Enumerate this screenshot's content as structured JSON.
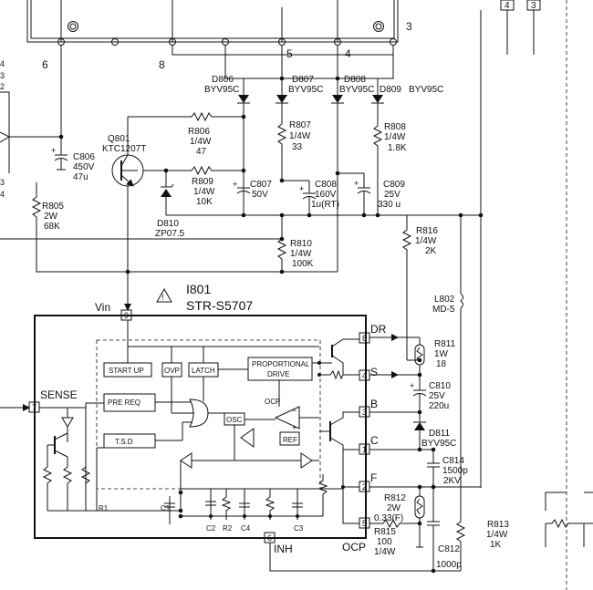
{
  "ic": {
    "ref": "I801",
    "part": "STR-S5707",
    "pin_vin": "Vin",
    "pin9": "9",
    "pin_sense": "SENSE",
    "pin7": "7",
    "pin_dr": "DR",
    "pin8": "8",
    "pin_s": "S",
    "pin4": "4",
    "pin_b": "B",
    "pin3": "3",
    "pin_c": "C",
    "pin1": "1",
    "pin_f": "F",
    "pin2": "2",
    "pin5": "5",
    "pin6": "6",
    "pin_inh": "INH",
    "pin_ocp": "OCP"
  },
  "blocks": {
    "start_up": "START UP",
    "ovp": "OVP",
    "latch": "LATCH",
    "prop1": "PROPORTIONAL",
    "prop2": "DRIVE",
    "pre_req": "PRE REQ",
    "tsd": "T.S.D",
    "osc": "OSC",
    "ocp_small": "OCP",
    "ref": "REF",
    "r1": "R1",
    "c1": "C1",
    "c2": "C2",
    "r2": "R2",
    "c4": "C4",
    "c3": "C3",
    "plus": "+",
    "minus": "−"
  },
  "transformer": {
    "pins": [
      "6",
      "8",
      "5",
      "4",
      "3"
    ]
  },
  "left_pins": [
    "4",
    "3",
    "2",
    "3",
    "4"
  ],
  "components": {
    "d806": [
      "D806",
      "BYV95C"
    ],
    "d807": [
      "D807",
      "BYV95C"
    ],
    "d808": [
      "D808",
      "BYV95C"
    ],
    "d809": [
      "D809",
      "BYV95C"
    ],
    "q801": [
      "Q801",
      "KTC1207T"
    ],
    "r806": [
      "R806",
      "1/4W",
      "47"
    ],
    "r807": [
      "R807",
      "1/4W",
      "33"
    ],
    "r808": [
      "R808",
      "1/4W",
      "1.8K"
    ],
    "c806": [
      "C806",
      "450V",
      "47u"
    ],
    "r809": [
      "R809",
      "1/4W",
      "10K"
    ],
    "c807": [
      "C807",
      "50V"
    ],
    "c808": [
      "C808",
      "160V",
      "1u(RT)"
    ],
    "c809": [
      "C809",
      "25V",
      "330 u"
    ],
    "r805": [
      "R805",
      "2W",
      "68K"
    ],
    "d810": [
      "D810",
      "ZP07.5"
    ],
    "r816": [
      "R816",
      "1/4W",
      "2K"
    ],
    "r810": [
      "R810",
      "1/4W",
      "100K"
    ],
    "l802": [
      "L802",
      "MD-5"
    ],
    "r811": [
      "R811",
      "1W",
      "18"
    ],
    "c810": [
      "C810",
      "25V",
      "220u"
    ],
    "d811": [
      "D811",
      "BYV95C"
    ],
    "c814": [
      "C814",
      "1500p",
      "2KV"
    ],
    "r812": [
      "R812",
      "2W",
      "0.33(F)"
    ],
    "r815": [
      "R815",
      "100",
      "1/4W"
    ],
    "c812": [
      "C812",
      "1000p"
    ],
    "r813": [
      "R813",
      "1/4W",
      "1K"
    ]
  },
  "top_right_pins": [
    "4",
    "3"
  ],
  "pol_plus": "+"
}
